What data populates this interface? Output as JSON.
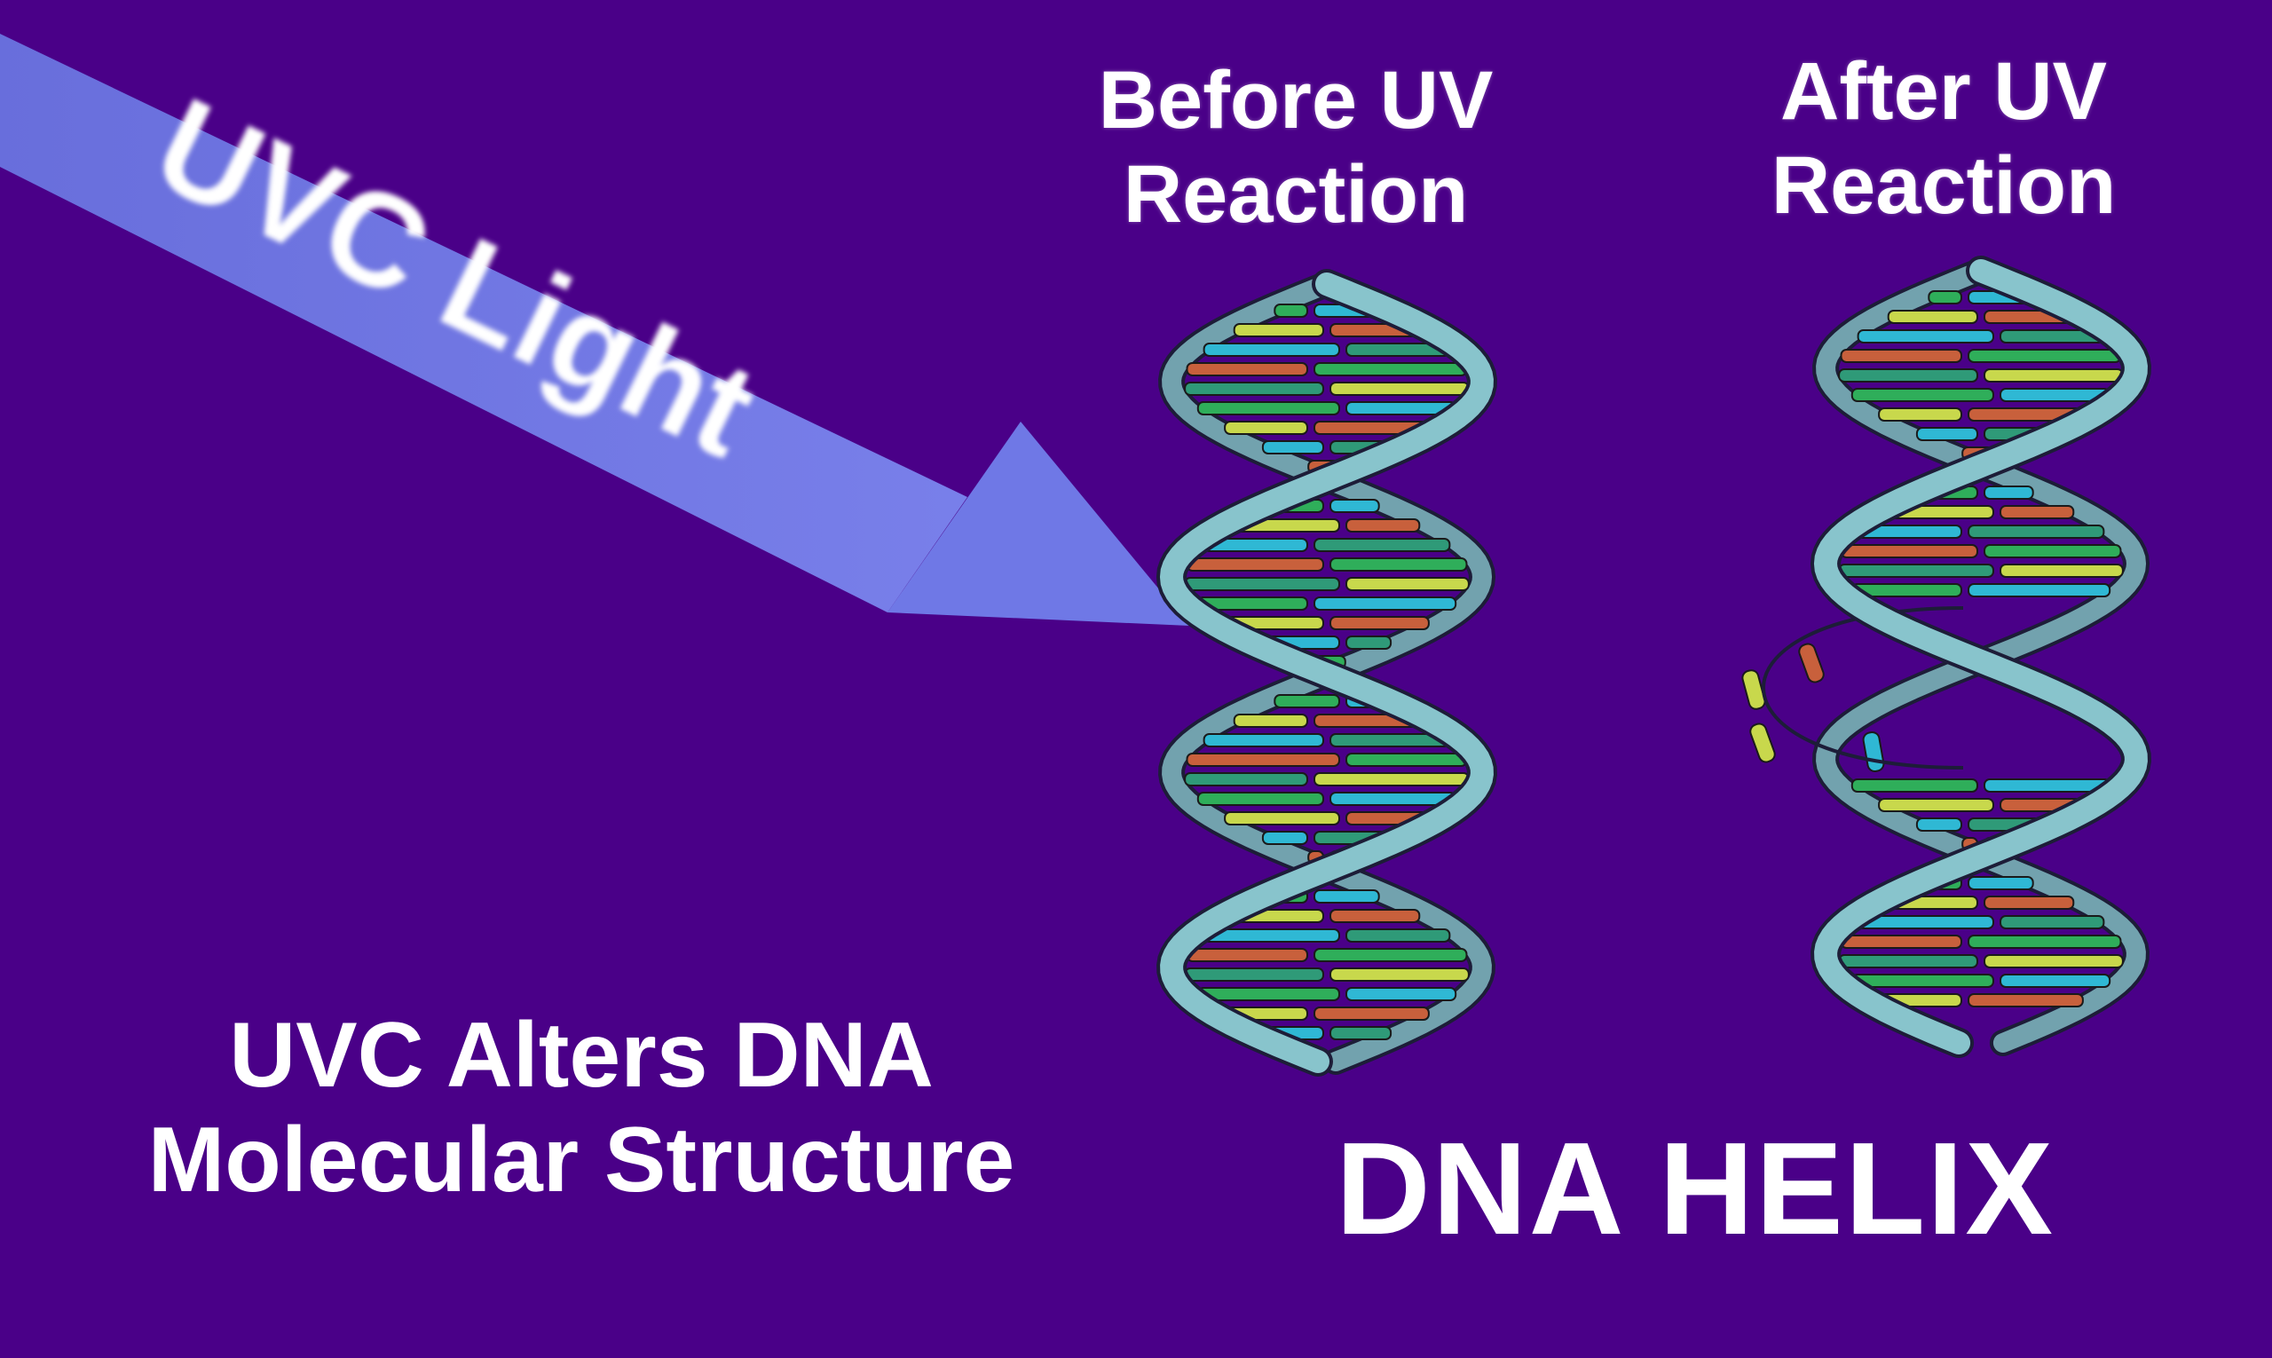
{
  "before_heading": [
    "Before UV",
    "Reaction"
  ],
  "after_heading": [
    "After UV",
    "Reaction"
  ],
  "beam_label": "UVC Light",
  "caption": [
    "UVC Alters DNA",
    "Molecular Structure"
  ],
  "helix_title": "DNA HELIX",
  "colors": {
    "background": "#4a0088",
    "beam": "#6f78e6",
    "strand": "#88c4cc",
    "strand_outline": "#1d1d38",
    "base_palette": [
      "#2fae5a",
      "#c8d84c",
      "#2fb8d4",
      "#c8603c",
      "#2f9a78"
    ]
  }
}
